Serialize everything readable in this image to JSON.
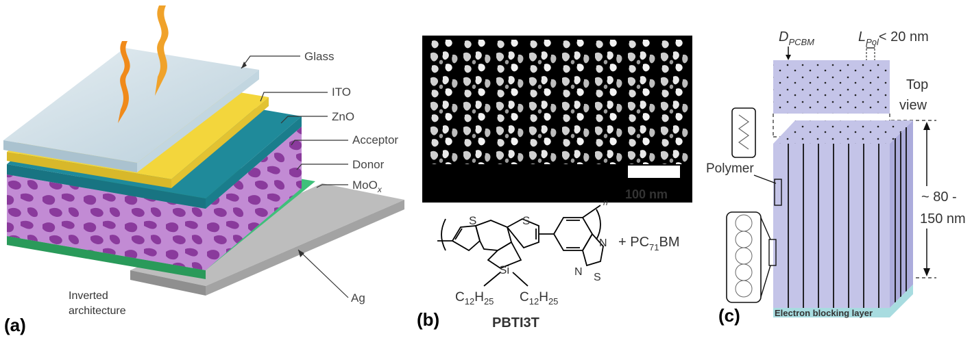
{
  "panel_a": {
    "letter": "(a)",
    "layers": {
      "glass": "Glass",
      "ito": "ITO",
      "zno": "ZnO",
      "acceptor": "Acceptor",
      "donor": "Donor",
      "moox": "MoO",
      "moox_sub": "x",
      "ag": "Ag"
    },
    "caption_line1": "Inverted",
    "caption_line2": "architecture",
    "colors": {
      "glass": "#c8dde8",
      "ito": "#f0d23a",
      "zno": "#1f8a9a",
      "donor": "#8a3a9a",
      "acceptor": "#c08ad0",
      "moox": "#2fb36a",
      "ag": "#a9a9a9",
      "light": "#f08a1a"
    }
  },
  "panel_b": {
    "letter": "(b)",
    "scale_bar": "100 nm",
    "polymer_name": "PBTI3T",
    "plus_label": "+ PC",
    "pc_sub": "71",
    "pc_tail": "BM",
    "repeat_n": "n",
    "atoms": {
      "s1": "S",
      "s2": "S",
      "s3": "S",
      "n1": "N",
      "n2": "N",
      "si": "Si"
    },
    "chain1": "C",
    "chain1_sub1": "12",
    "chain1_mid": "H",
    "chain1_sub2": "25",
    "chain2": "C",
    "chain2_sub1": "12",
    "chain2_mid": "H",
    "chain2_sub2": "25"
  },
  "panel_c": {
    "letter": "(c)",
    "d_label": "D",
    "d_sub": "PCBM",
    "l_label": "L",
    "l_sub": "Pol",
    "l_value": "< 20 nm",
    "top_view_1": "Top",
    "top_view_2": "view",
    "polymer": "Polymer",
    "thickness_1": "~ 80 -",
    "thickness_2": "150 nm",
    "blocking_layer": "Electron blocking layer",
    "colors": {
      "block": "#c4c4e8",
      "block_dark": "#a8a8d8",
      "blocking": "#a8dce0"
    }
  }
}
